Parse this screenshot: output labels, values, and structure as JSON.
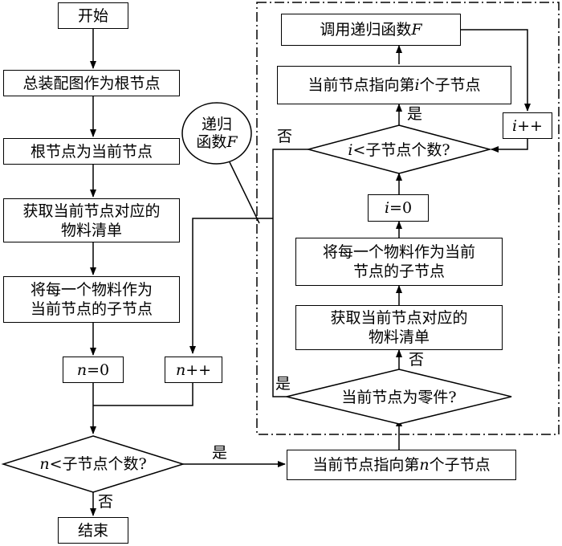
{
  "left_flow": {
    "start": "开始",
    "root": "总装配图作为根节点",
    "current": "根节点为当前节点",
    "bom": "获取当前节点对应的\n物料清单",
    "children": "将每一个物料作为\n当前节点的子节点",
    "n_init_var": "n",
    "n_init_rest": "=0",
    "n_inc_var": "n",
    "n_inc_rest": "++",
    "cond_var": "n",
    "cond_rest": "<子节点个数?",
    "end": "结束",
    "yes": "是",
    "no": "否"
  },
  "recursive_label": {
    "line1": "递归",
    "line2_text": "函数",
    "line2_var": "F"
  },
  "right_flow": {
    "call_text": "调用递归函数",
    "call_var": "F",
    "point_i_pre": "当前节点指向第",
    "point_i_var": "i",
    "point_i_post": "个子节点",
    "i_inc_var": "i",
    "i_inc_rest": "++",
    "cond_i_var": "i",
    "cond_i_rest": "<子节点个数?",
    "i_init_var": "i",
    "i_init_rest": "=0",
    "children": "将每一个物料作为当前\n节点的子节点",
    "bom": "获取当前节点对应的\n物料清单",
    "is_part": "当前节点为零件?",
    "point_n_pre": "当前节点指向第",
    "point_n_var": "n",
    "point_n_post": "个子节点",
    "yes_i": "是",
    "no_i": "否",
    "yes_part": "是",
    "no_part": "否"
  }
}
